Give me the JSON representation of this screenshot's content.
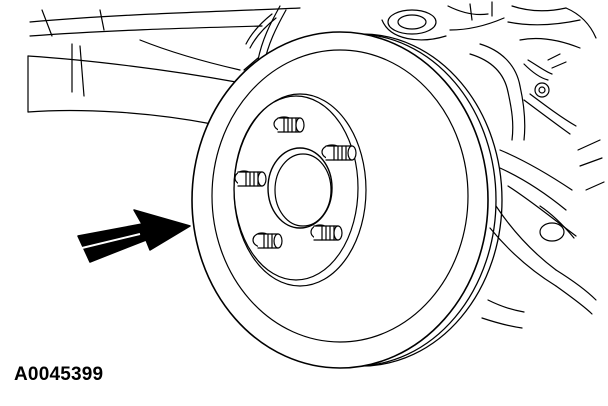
{
  "figure": {
    "id_label": "A0045399",
    "line_color": "#000000",
    "background_color": "#ffffff"
  },
  "parts": {
    "rotor": "brake-disc",
    "studs": 5,
    "arrow": "pointer-arrow"
  }
}
